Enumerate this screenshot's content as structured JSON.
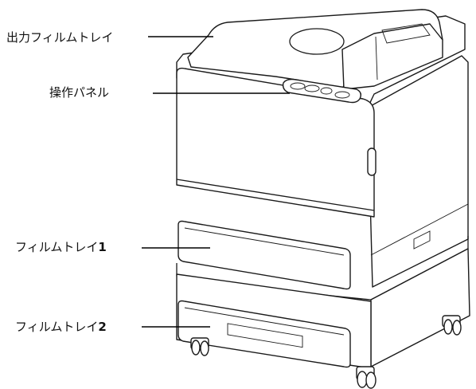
{
  "labels": {
    "output_tray": "出力フィルムトレイ",
    "control_panel": "操作パネル",
    "film_tray_1_text": "フィルムトレイ",
    "film_tray_1_num": "1",
    "film_tray_2_text": "フィルムトレイ",
    "film_tray_2_num": "2"
  }
}
